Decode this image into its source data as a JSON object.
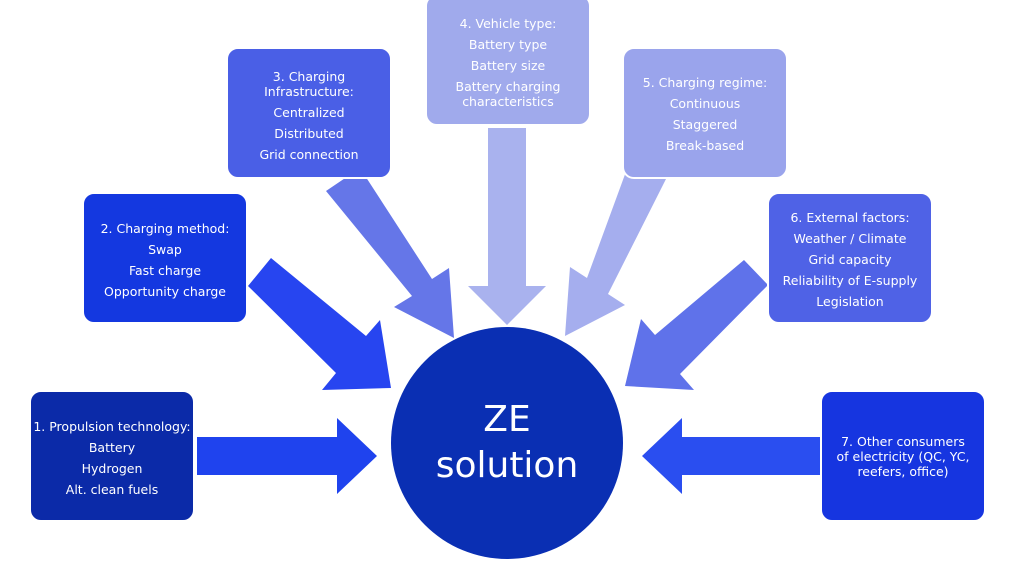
{
  "center": {
    "line1": "ZE",
    "line2": "solution",
    "color": "#0a2fb3"
  },
  "boxes": [
    {
      "title": "1. Propulsion technology:",
      "items": [
        "Battery",
        "Hydrogen",
        "Alt. clean fuels"
      ],
      "color": "#0b2aa8"
    },
    {
      "title": "2. Charging method:",
      "items": [
        "Swap",
        "Fast charge",
        "Opportunity charge"
      ],
      "color": "#1438e0"
    },
    {
      "title": "3. Charging Infrastructure:",
      "items": [
        "Centralized",
        "Distributed",
        "Grid connection"
      ],
      "color": "#4a5fe6"
    },
    {
      "title": "4. Vehicle type:",
      "items": [
        "Battery type",
        "Battery size",
        "Battery charging characteristics"
      ],
      "color": "#a0aaec"
    },
    {
      "title": "5. Charging regime:",
      "items": [
        "Continuous",
        "Staggered",
        "Break-based"
      ],
      "color": "#9aa4ec"
    },
    {
      "title": "6. External factors:",
      "items": [
        "Weather / Climate",
        "Grid capacity",
        "Reliability of E-supply",
        "Legislation"
      ],
      "color": "#4f62e6"
    },
    {
      "title": "7. Other consumers of electricity (QC, YC, reefers, office)",
      "items": [],
      "color": "#1635e0"
    }
  ]
}
